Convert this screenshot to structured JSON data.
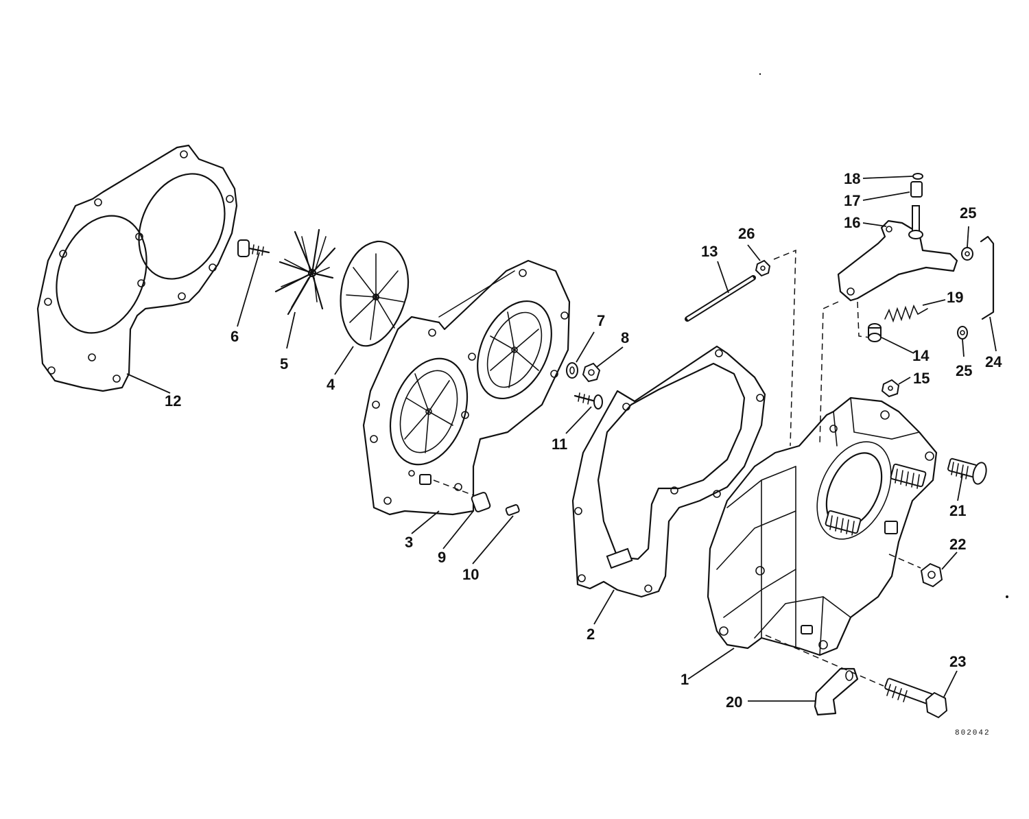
{
  "callouts": [
    {
      "id": "1",
      "label": "1"
    },
    {
      "id": "2",
      "label": "2"
    },
    {
      "id": "3",
      "label": "3"
    },
    {
      "id": "4",
      "label": "4"
    },
    {
      "id": "5",
      "label": "5"
    },
    {
      "id": "6",
      "label": "6"
    },
    {
      "id": "7",
      "label": "7"
    },
    {
      "id": "8",
      "label": "8"
    },
    {
      "id": "9",
      "label": "9"
    },
    {
      "id": "10",
      "label": "10"
    },
    {
      "id": "11",
      "label": "11"
    },
    {
      "id": "12",
      "label": "12"
    },
    {
      "id": "13",
      "label": "13"
    },
    {
      "id": "14",
      "label": "14"
    },
    {
      "id": "15",
      "label": "15"
    },
    {
      "id": "16",
      "label": "16"
    },
    {
      "id": "17",
      "label": "17"
    },
    {
      "id": "18",
      "label": "18"
    },
    {
      "id": "19",
      "label": "19"
    },
    {
      "id": "20",
      "label": "20"
    },
    {
      "id": "21",
      "label": "21"
    },
    {
      "id": "22",
      "label": "22"
    },
    {
      "id": "23",
      "label": "23"
    },
    {
      "id": "24",
      "label": "24"
    },
    {
      "id": "25a",
      "label": "25"
    },
    {
      "id": "25b",
      "label": "25"
    },
    {
      "id": "26",
      "label": "26"
    }
  ],
  "drawing_code": "802042"
}
